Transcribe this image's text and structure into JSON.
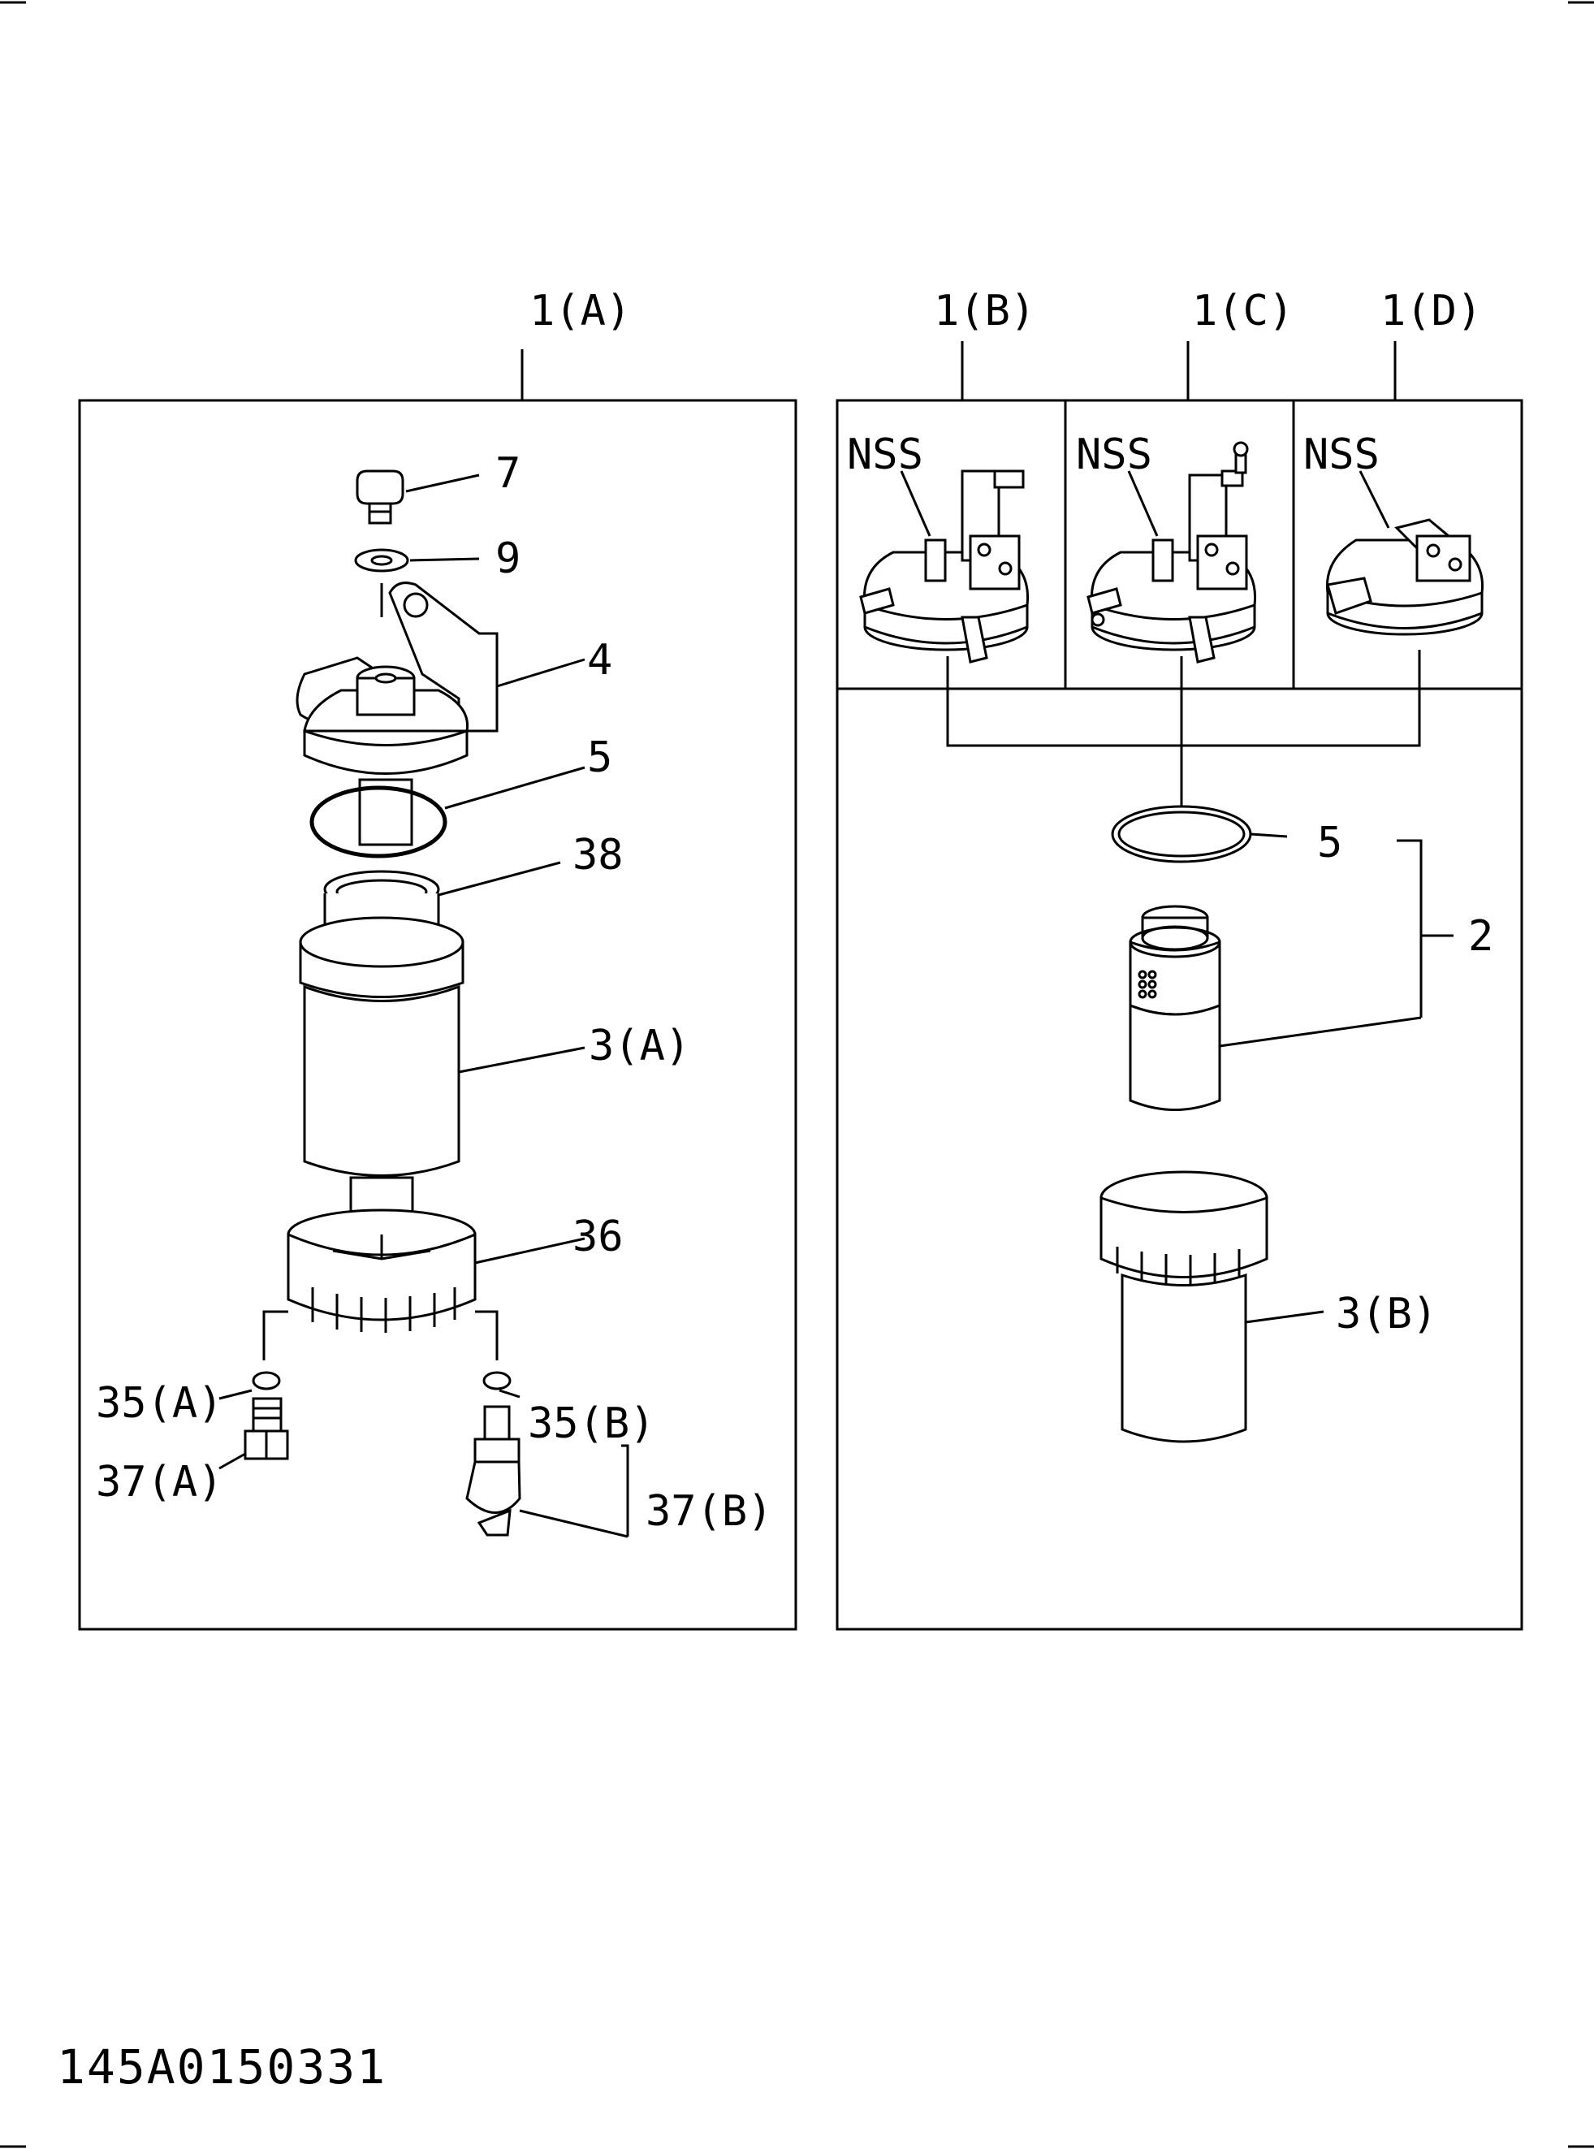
{
  "diagram": {
    "labels": {
      "l1a": "1(A)",
      "l1b": "1(B)",
      "l1c": "1(C)",
      "l1d": "1(D)",
      "l7": "7",
      "l9": "9",
      "l4": "4",
      "l5a": "5",
      "l38": "38",
      "l3a": "3(A)",
      "l36": "36",
      "l35a": "35(A)",
      "l37a": "37(A)",
      "l35b": "35(B)",
      "l37b": "37(B)",
      "nss1": "NSS",
      "nss2": "NSS",
      "nss3": "NSS",
      "l5b": "5",
      "l2": "2",
      "l3b": "3(B)"
    },
    "footer_code": "145A0150331"
  }
}
